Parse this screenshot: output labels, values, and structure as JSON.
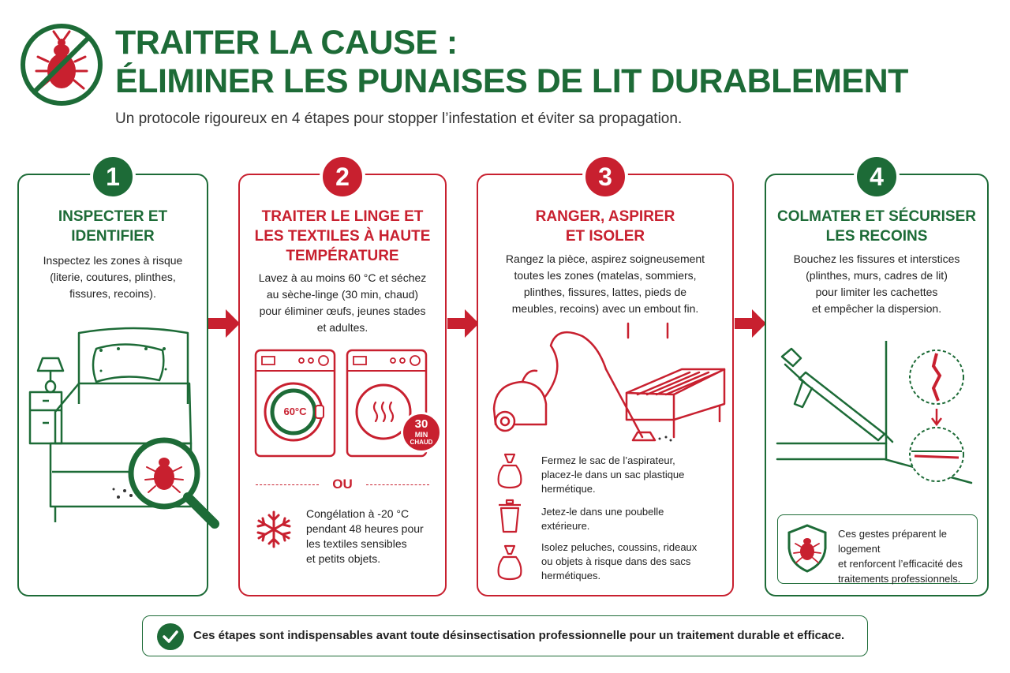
{
  "header": {
    "title_line1": "TRAITER LA CAUSE :",
    "title_line2": "ÉLIMINER LES PUNAISES DE LIT DURABLEMENT",
    "subtitle": "Un protocole rigoureux en 4 étapes pour stopper l’infestation et éviter sa propagation.",
    "logo_icon": "no-bedbug-icon"
  },
  "colors": {
    "green": "#1d6b37",
    "red": "#c8202f"
  },
  "steps": [
    {
      "number": "1",
      "title_line1": "INSPECTER ET",
      "title_line2": "IDENTIFIER",
      "desc_lines": [
        "Inspectez les zones à risque",
        "(literie, coutures, plinthes,",
        "fissures, recoins)."
      ],
      "illustration": "bed-magnifier-icon"
    },
    {
      "number": "2",
      "title_line1": "TRAITER LE LINGE ET",
      "title_line2": "LES TEXTILES À HAUTE",
      "title_line3": "TEMPÉRATURE",
      "desc_lines": [
        "Lavez à au moins 60 °C et séchez",
        "au sèche-linge (30 min, chaud)",
        "pour éliminer œufs, jeunes stades",
        "et adultes."
      ],
      "washer_label": "60°C",
      "dryer_badge_line1": "30",
      "dryer_badge_line2": "MIN",
      "dryer_badge_line3": "CHAUD",
      "or_label": "OU",
      "freeze_lines": [
        "Congélation à -20 °C",
        "pendant 48 heures pour",
        "les textiles sensibles",
        "et petits objets."
      ]
    },
    {
      "number": "3",
      "title_line1": "RANGER, ASPIRER",
      "title_line2": "ET ISOLER",
      "desc_lines": [
        "Rangez la pièce, aspirez soigneusement",
        "toutes les zones (matelas, sommiers,",
        "plinthes, fissures, lattes, pieds de",
        "meubles, recoins) avec un embout fin."
      ],
      "tips": [
        {
          "icon": "bag-icon",
          "lines": [
            "Fermez le sac de l’aspirateur,",
            "placez-le dans un sac plastique",
            "hermétique."
          ]
        },
        {
          "icon": "trash-bin-icon",
          "lines": [
            "Jetez-le dans une poubelle",
            "extérieure."
          ]
        },
        {
          "icon": "bag-icon",
          "lines": [
            "Isolez peluches, coussins, rideaux",
            "ou objets à risque dans des sacs",
            "hermétiques."
          ]
        }
      ]
    },
    {
      "number": "4",
      "title_line1": "COLMATER ET SÉCURISER",
      "title_line2": "LES RECOINS",
      "desc_lines": [
        "Bouchez les fissures et interstices",
        "(plinthes, murs, cadres de lit)",
        "pour limiter les cachettes",
        "et empêcher la dispersion."
      ],
      "note_lines": [
        "Ces gestes préparent le logement",
        "et renforcent l’efficacité des",
        "traitements professionnels."
      ]
    }
  ],
  "footer": {
    "text": "Ces étapes sont indispensables avant toute désinsectisation professionnelle pour un traitement durable et efficace."
  }
}
